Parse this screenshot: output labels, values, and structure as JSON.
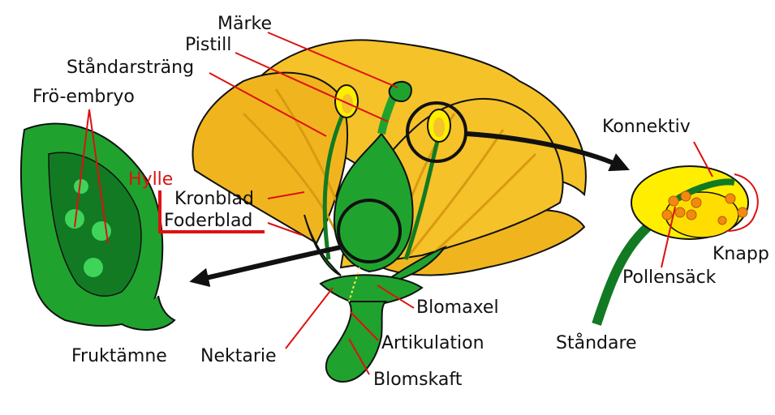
{
  "labels": {
    "marke": "Märke",
    "pistill": "Pistill",
    "standarstrang": "Ståndarsträng",
    "fro_embryo": "Frö-embryo",
    "hylle": "Hylle",
    "kronblad": "Kronblad",
    "foderblad": "Foderblad",
    "konnektiv": "Konnektiv",
    "knapp": "Knapp",
    "pollensack": "Pollensäck",
    "standare": "Ståndare",
    "blomaxel": "Blomaxel",
    "artikulation": "Artikulation",
    "nektarie": "Nektarie",
    "fruktamne": "Fruktämne",
    "blomskaft": "Blomskaft"
  },
  "colors": {
    "petal": "#f5c229",
    "petal_outline": "#111111",
    "green": "#1fa32e",
    "dark_green": "#117a22",
    "light_green": "#3fd35a",
    "anther": "#ffee00",
    "pollen": "#f28a12",
    "leader": "#dd1111"
  }
}
